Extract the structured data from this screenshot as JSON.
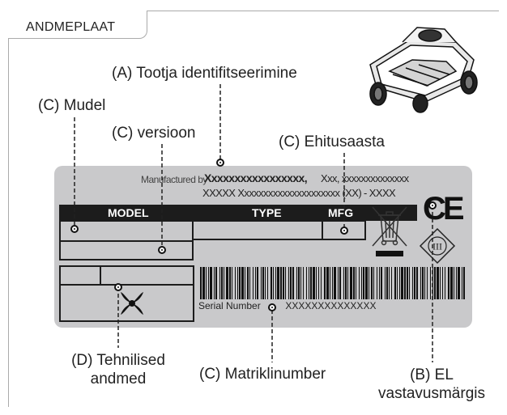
{
  "header": {
    "title": "ANDMEPLAAT"
  },
  "callouts": {
    "manufacturer_id": "(A) Tootja identifitseerimine",
    "model": "(C) Mudel",
    "version": "(C) versioon",
    "build_year": "(C) Ehitusaasta",
    "tech_data_line1": "(D) Tehnilised",
    "tech_data_line2": "andmed",
    "serial_number": "(C) Matriklinumber",
    "ce_line1": "(B) EL",
    "ce_line2": "vastavusmärgis"
  },
  "plate": {
    "manufactured_by": "Manufactured by",
    "manufacturer_name": "Xxxxxxxxxxxxxxxxx,",
    "manufacturer_address": "Xxx, xxxxxxxxxxxxxx",
    "manufacturer_line2": "XXXXX Xxxxxxxxxxxxxxxxxxxxx (XX) - XXXX",
    "col_model": "MODEL",
    "col_type": "TYPE",
    "col_mfg": "MFG",
    "serial_label": "Serial Number",
    "serial_value": "XXXXXXXXXXXXXX",
    "ce_mark": "CE",
    "class_mark": "III"
  },
  "icons": {
    "robot": "robot-mower-icon",
    "weee": "crossed-bin-icon",
    "class3": "class-iii-diamond-icon",
    "fan": "fan-icon"
  }
}
